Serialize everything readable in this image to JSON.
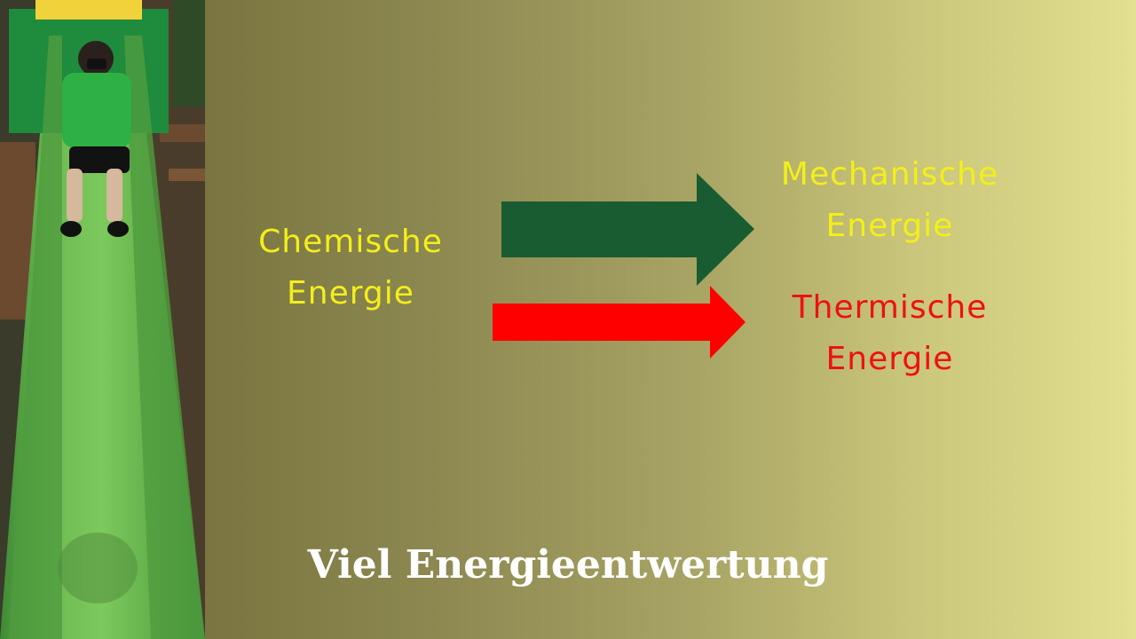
{
  "diagram": {
    "source": {
      "line1": "Chemische",
      "line2": "Energie",
      "color": "#f3ef1a"
    },
    "outputs": [
      {
        "line1": "Mechanische",
        "line2": "Energie",
        "color": "#f3ef1a",
        "arrow_color": "#195c31"
      },
      {
        "line1": "Thermische",
        "line2": "Energie",
        "color": "#ee1111",
        "arrow_color": "#ff0000"
      }
    ]
  },
  "caption": "Viel Energieentwertung",
  "photo": {
    "subject": "child-on-playground-slide"
  }
}
